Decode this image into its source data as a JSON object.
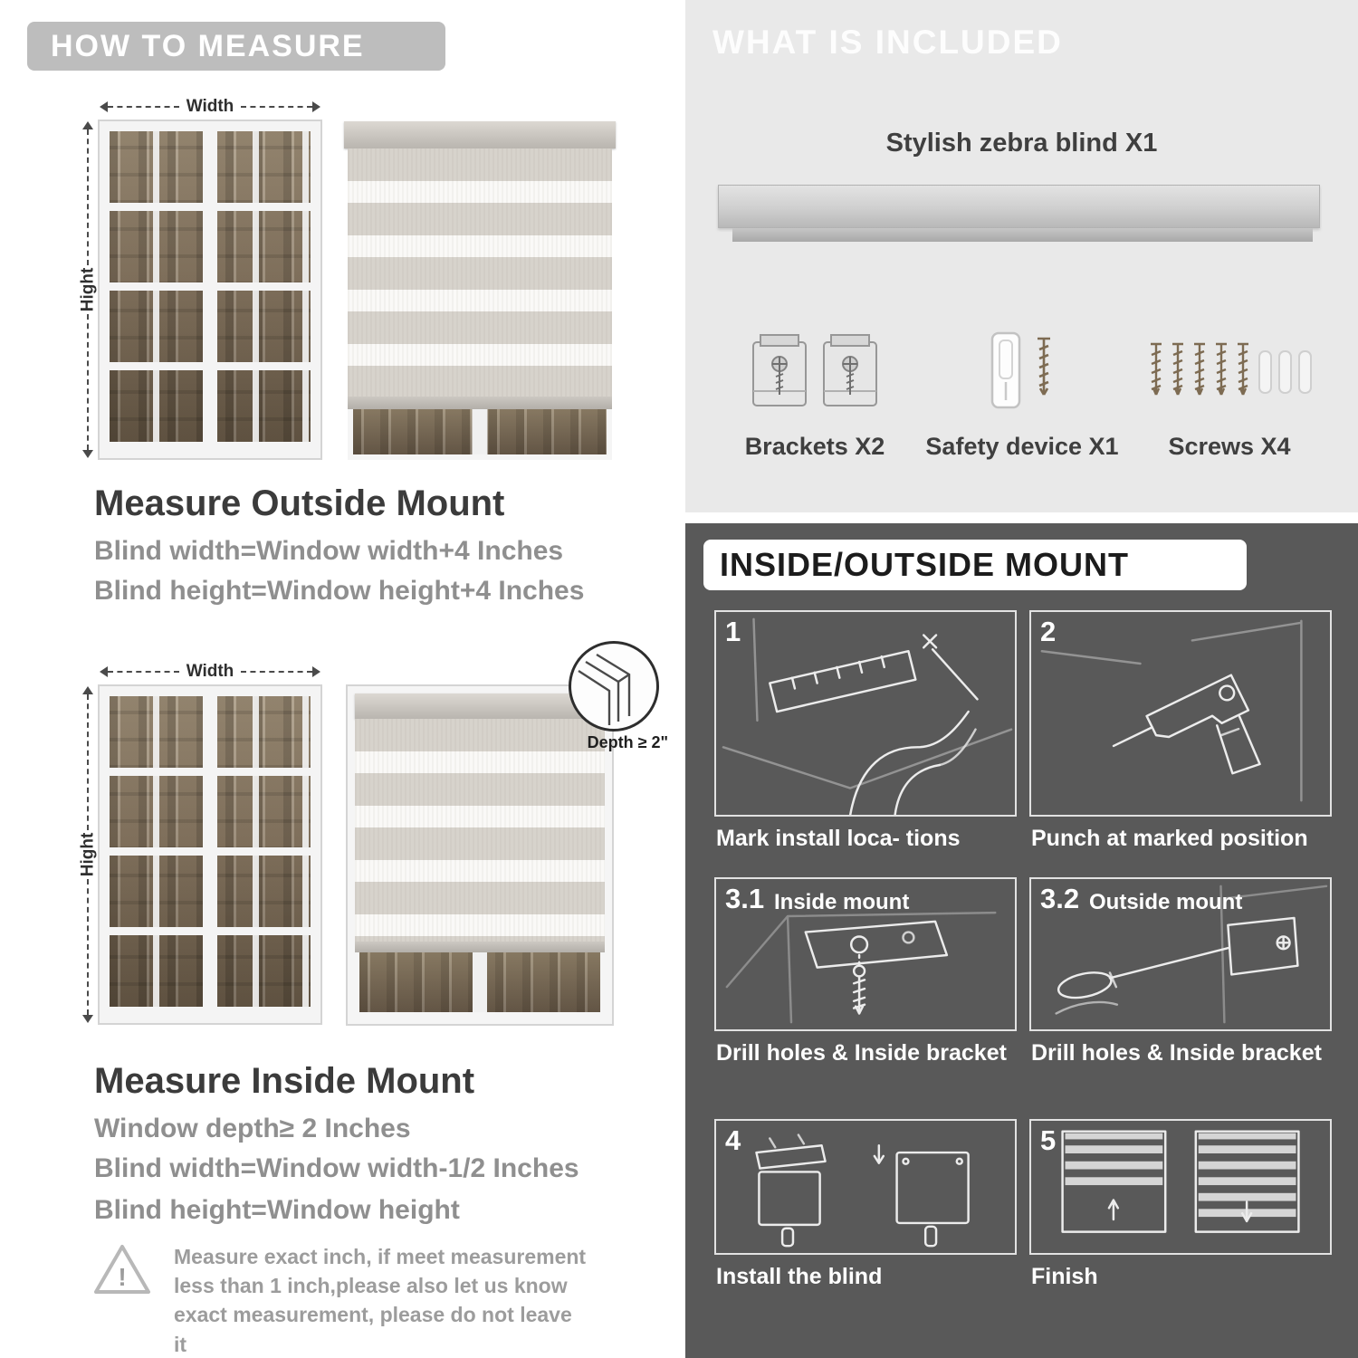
{
  "left": {
    "title": "HOW TO MEASURE",
    "outside": {
      "width_label": "Width",
      "height_label": "Hight",
      "heading": "Measure Outside Mount",
      "line1": "Blind width=Window width+4 Inches",
      "line2": "Blind height=Window height+4 Inches"
    },
    "inside": {
      "width_label": "Width",
      "height_label": "Hight",
      "depth_label": "Depth ≥ 2\"",
      "heading": "Measure Inside Mount",
      "line1": "Window depth≥ 2 Inches",
      "line2": "Blind width=Window width-1/2 Inches",
      "line3": "Blind height=Window height"
    },
    "warning_mark": "!",
    "warning_text": "Measure exact inch, if meet measurement less than 1 inch,please also let us know exact measurement, please do not leave it"
  },
  "included": {
    "title": "WHAT IS INCLUDED",
    "blind_label": "Stylish zebra blind X1",
    "brackets_label": "Brackets X2",
    "safety_label": "Safety device X1",
    "screws_label": "Screws X4"
  },
  "mount": {
    "title": "INSIDE/OUTSIDE MOUNT",
    "steps": [
      {
        "num": "1",
        "label": "",
        "caption": "Mark install loca- tions"
      },
      {
        "num": "2",
        "label": "",
        "caption": "Punch at  marked position"
      },
      {
        "num": "3.1",
        "label": "Inside mount",
        "caption": "Drill holes &  Inside bracket"
      },
      {
        "num": "3.2",
        "label": "Outside mount",
        "caption": "Drill holes &  Inside bracket"
      },
      {
        "num": "4",
        "label": "",
        "caption": "Install the blind"
      },
      {
        "num": "5",
        "label": "",
        "caption": "Finish"
      }
    ]
  },
  "colors": {
    "title_bar_bg": "#bdbdbd",
    "light_panel_bg": "#e9e9e9",
    "dark_panel_bg": "#595959",
    "heading_text": "#3b3b3b",
    "formula_text": "#8f8f8f"
  }
}
